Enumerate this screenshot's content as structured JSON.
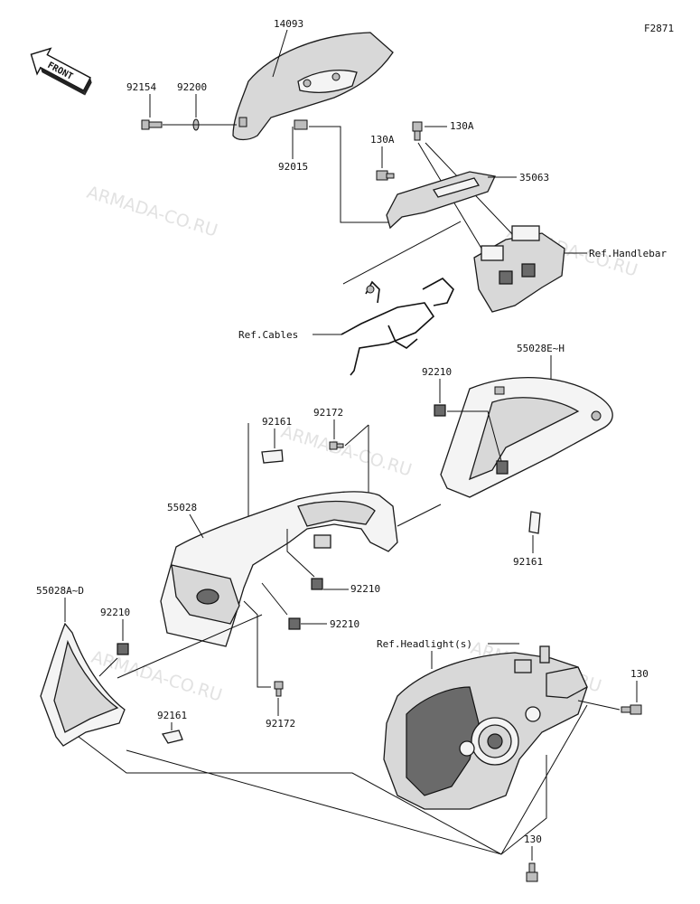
{
  "figure_code": "F2871",
  "front_badge": "FRONT",
  "watermark": "ARMADA-CO.RU",
  "labels": {
    "p14093": "14093",
    "p92154": "92154",
    "p92200": "92200",
    "p92015": "92015",
    "p130A_left": "130A",
    "p130A_right": "130A",
    "p35063": "35063",
    "ref_handlebar": "Ref.Handlebar",
    "ref_cables": "Ref.Cables",
    "p55028E_H": "55028E~H",
    "p92210_top": "92210",
    "p92161_top": "92161",
    "p92172_top": "92172",
    "p55028": "55028",
    "p92161_right": "92161",
    "p92210_mid": "92210",
    "p92210_mid2": "92210",
    "p55028A_D": "55028A~D",
    "p92210_left": "92210",
    "p92172_bottom": "92172",
    "p92161_bottom": "92161",
    "ref_headlight": "Ref.Headlight(s)",
    "p130_right": "130",
    "p130_bottom": "130"
  }
}
